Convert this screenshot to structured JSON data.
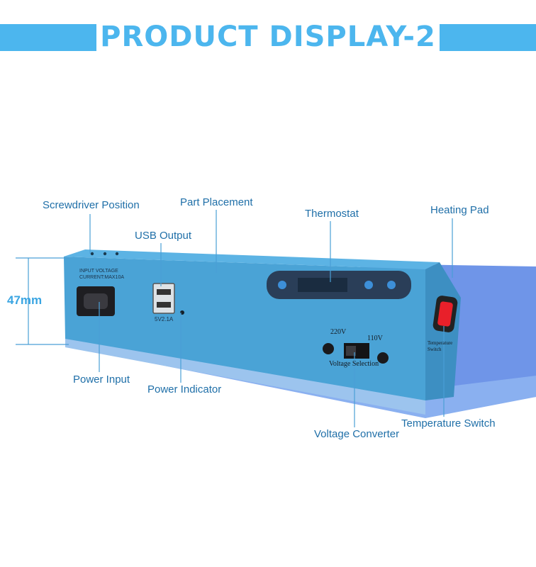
{
  "banner": {
    "title": "PRODUCT DISPLAY-2",
    "color": "#4cb6ee"
  },
  "device": {
    "body_color": "#4aa3d6",
    "pad_color": "#6f95e8",
    "panel_text": "INPUT VOLTAGE CURRENT:MAX10A",
    "usb_text": "5V2.1A",
    "voltage_left": "220V",
    "voltage_right": "110V",
    "selector_text": "Voltage Selection",
    "switch_text": "Temperature Switch",
    "switch_color": "#e8202a"
  },
  "labels": {
    "screwdriver": "Screwdriver Position",
    "part_placement": "Part Placement",
    "thermostat": "Thermostat",
    "heating_pad": "Heating Pad",
    "usb_output": "USB Output",
    "height": "47mm",
    "power_input": "Power Input",
    "power_indicator": "Power Indicator",
    "voltage_converter": "Voltage Converter",
    "temperature_switch": "Temperature Switch"
  }
}
